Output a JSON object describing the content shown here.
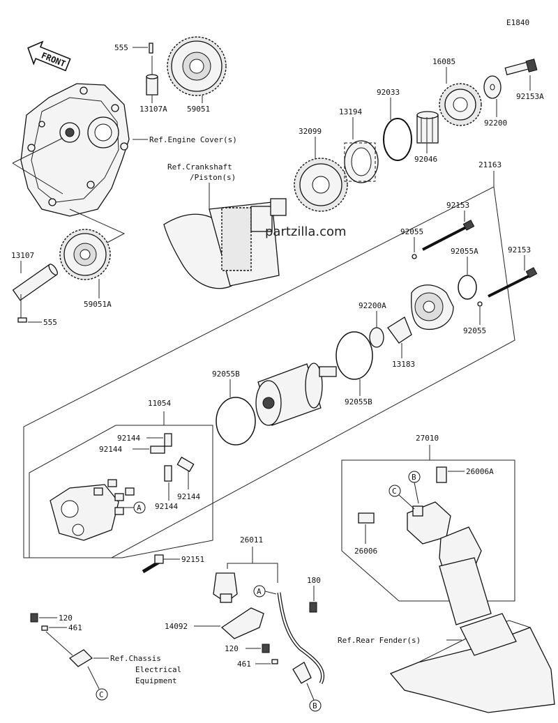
{
  "diagram_id": "E1840",
  "front_label": "FRONT",
  "watermark": "partzilla.com",
  "callouts": {
    "c555a": "555",
    "c13107A": "13107A",
    "c59051": "59051",
    "c_engine_cover": "Ref.Engine Cover(s)",
    "c13107": "13107",
    "c59051A": "59051A",
    "c555b": "555",
    "c_crank1": "Ref.Crankshaft",
    "c_crank2": "/Piston(s)",
    "c32099": "32099",
    "c13194": "13194",
    "c92033": "92033",
    "c16085": "16085",
    "c92153A": "92153A",
    "c92046": "92046",
    "c92200": "92200",
    "c21163": "21163",
    "c92153a": "92153",
    "c92055a": "92055",
    "c92055A": "92055A",
    "c92153b": "92153",
    "c92200A": "92200A",
    "c92055b": "92055",
    "c13183": "13183",
    "c92055Ba": "92055B",
    "c92055Bb": "92055B",
    "c11054": "11054",
    "c92144a": "92144",
    "c92144b": "92144",
    "c92144c": "92144",
    "c92144d": "92144",
    "c92151": "92151",
    "c26011": "26011",
    "c180": "180",
    "c14092": "14092",
    "c120a": "120",
    "c461a": "461",
    "c_chassis1": "Ref.Chassis",
    "c_chassis2": "Electrical",
    "c_chassis3": "Equipment",
    "c120b": "120",
    "c461b": "461",
    "c27010": "27010",
    "c26006A": "26006A",
    "c26006": "26006",
    "c_rear_fender": "Ref.Rear Fender(s)",
    "ref_A1": "A",
    "ref_A2": "A",
    "ref_B1": "B",
    "ref_B2": "B",
    "ref_C1": "C",
    "ref_C2": "C"
  }
}
